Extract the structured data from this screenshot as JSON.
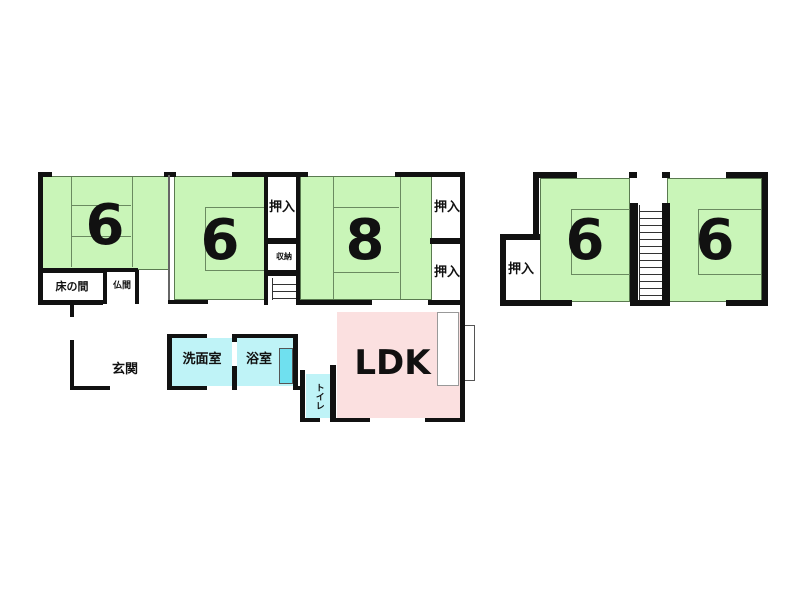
{
  "floor1": {
    "rooms": {
      "washitsu_a": "6",
      "washitsu_b": "6",
      "washitsu_c": "8",
      "tokonoma": "床の間",
      "butsuma": "仏間",
      "oshiire_1": "押入",
      "shuno": "収納",
      "oshiire_2": "押入",
      "oshiire_3": "押入",
      "genkan": "玄関",
      "senmenshitsu": "洗面室",
      "yokushitsu": "浴室",
      "toilet": "トイレ",
      "ldk": "LDK"
    }
  },
  "floor2": {
    "rooms": {
      "washitsu_a": "6",
      "washitsu_b": "6",
      "oshiire": "押入"
    }
  },
  "colors": {
    "tatami": "#c9f5b8",
    "water": "#bff3f7",
    "ldk": "#fbe0e0",
    "wall": "#111111"
  }
}
